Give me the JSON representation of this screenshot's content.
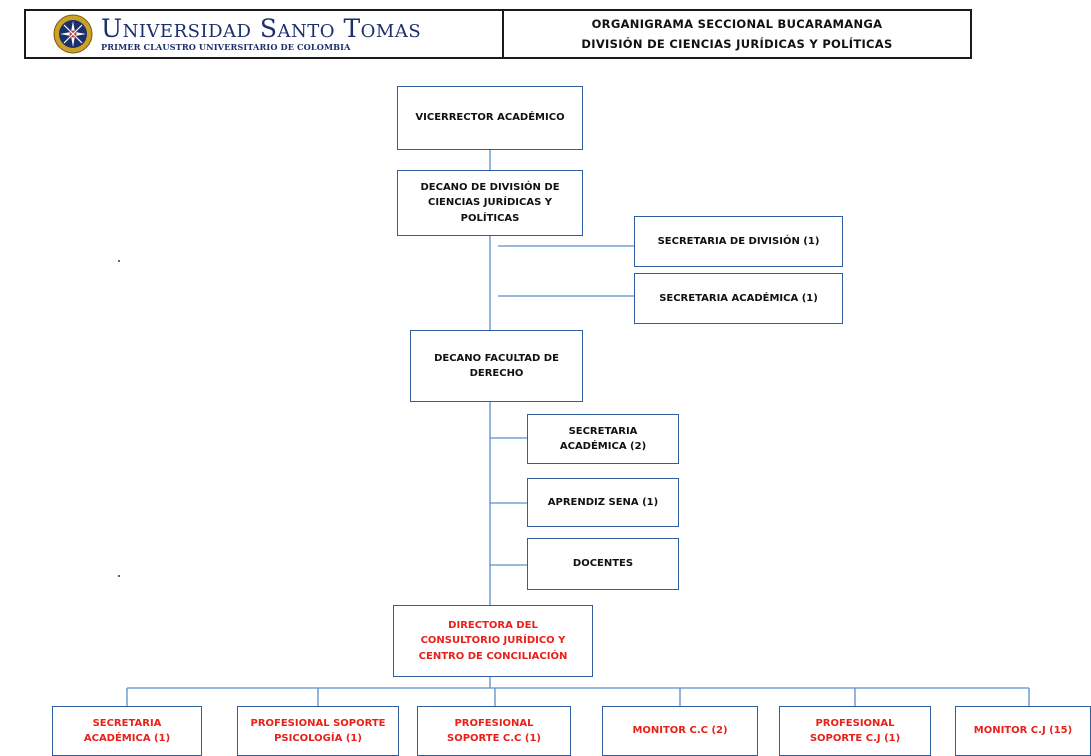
{
  "header": {
    "university_name": "Universidad Santo Tomas",
    "university_subtitle": "PRIMER CLAUSTRO UNIVERSITARIO DE COLOMBIA",
    "title_line1": "ORGANIGRAMA SECCIONAL BUCARAMANGA",
    "title_line2": "DIVISIÓN DE CIENCIAS JURÍDICAS Y POLÍTICAS"
  },
  "nodes": {
    "vicerrector": "VICERRECTOR ACADÉMICO",
    "decano_division": "DECANO DE DIVISIÓN DE CIENCIAS JURÍDICAS Y POLÍTICAS",
    "secretaria_division": "SECRETARIA DE DIVISIÓN (1)",
    "secretaria_academica_division": "SECRETARIA ACADÉMICA (1)",
    "decano_facultad": "DECANO FACULTAD DE DERECHO",
    "secretaria_academica_facultad": "SECRETARIA ACADÉMICA (2)",
    "aprendiz_sena": "APRENDIZ SENA (1)",
    "docentes": "DOCENTES",
    "directora": "DIRECTORA DEL CONSULTORIO JURÍDICO Y CENTRO DE CONCILIACIÓN",
    "bottom": [
      "SECRETARIA ACADÉMICA (1)",
      "PROFESIONAL SOPORTE PSICOLOGÍA (1)",
      "PROFESIONAL SOPORTE C.C (1)",
      "MONITOR C.C (2)",
      "PROFESIONAL SOPORTE C.J (1)",
      "MONITOR C.J (15)"
    ]
  },
  "colors": {
    "box_border": "#2e5e9e",
    "connector": "#5b8fc9",
    "highlight_text": "#e8211b",
    "university_blue": "#1c2f6b"
  }
}
